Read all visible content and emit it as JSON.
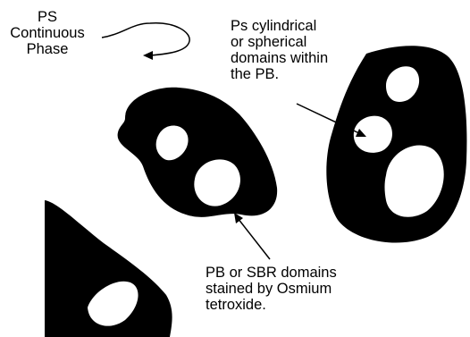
{
  "labels": {
    "ps_continuous_phase": [
      "PS",
      "Continuous",
      "Phase"
    ],
    "ps_domains": [
      "Ps cylindrical",
      "or spherical",
      "domains within",
      "the PB."
    ],
    "pb_domains": [
      "PB or SBR domains",
      "stained by Osmium",
      "tetroxide."
    ]
  },
  "colors": {
    "domain_fill": "#000000",
    "background": "#ffffff",
    "text": "#000000"
  }
}
